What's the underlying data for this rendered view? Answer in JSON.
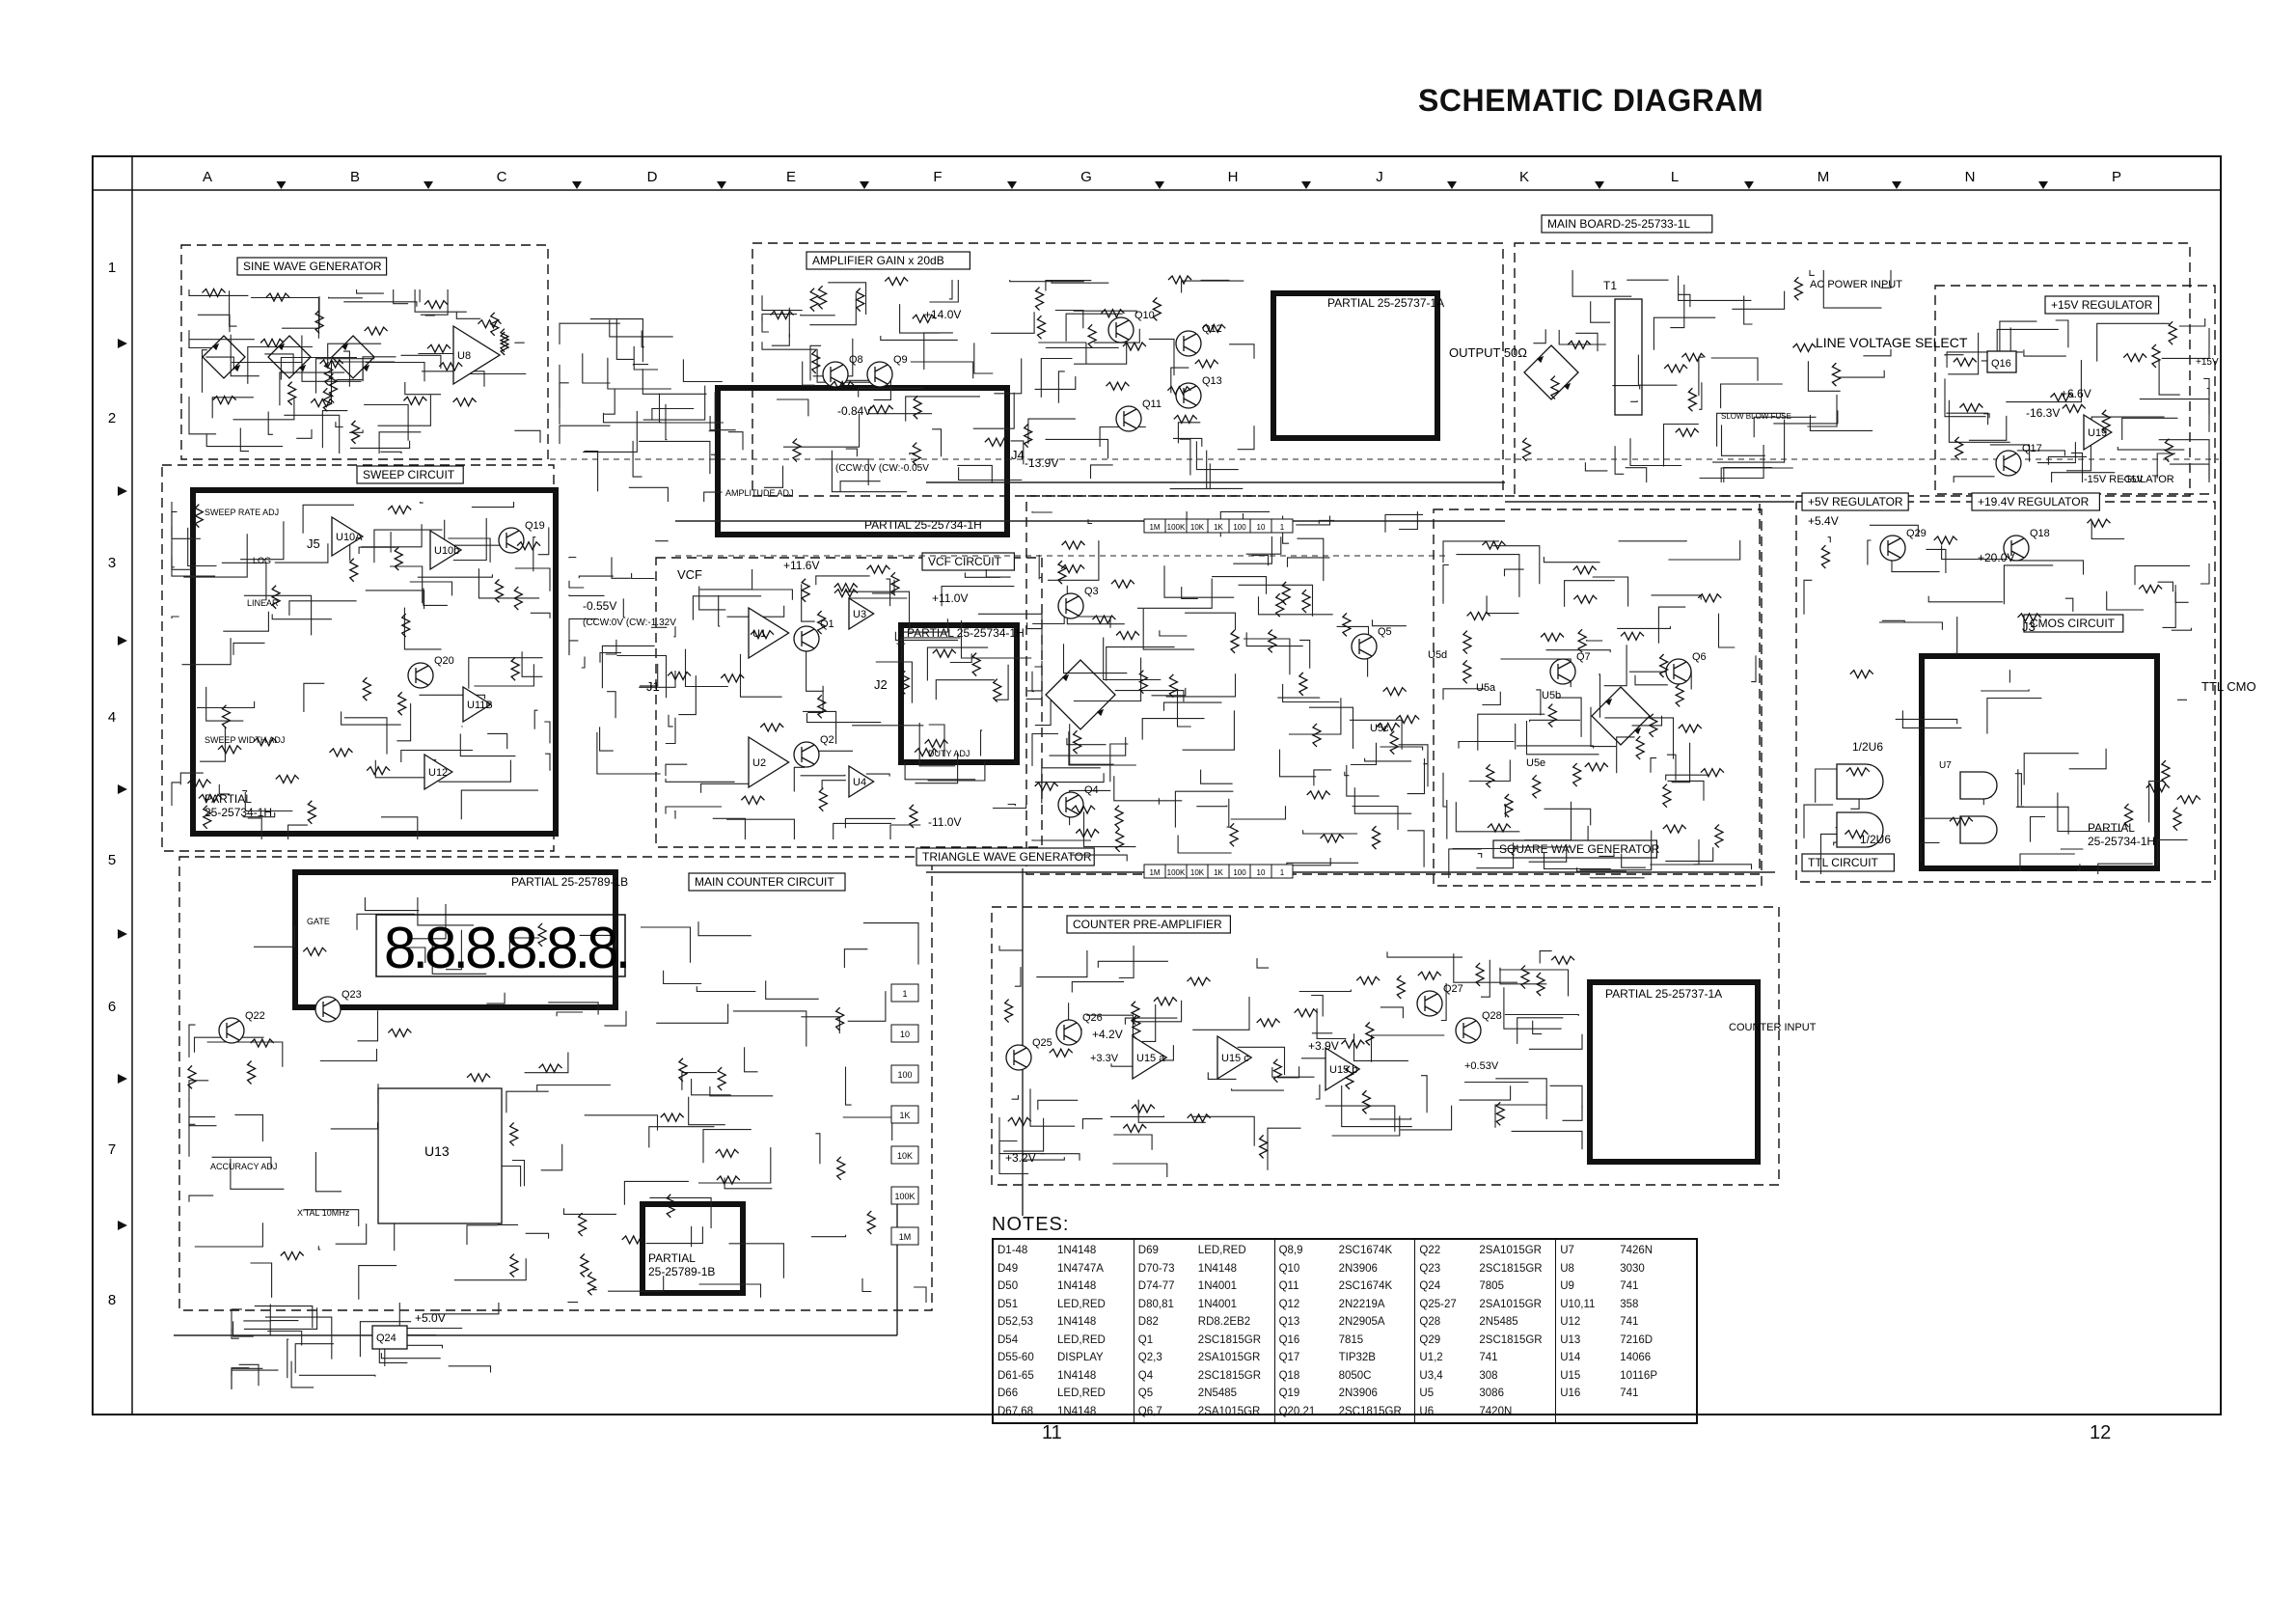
{
  "title": "SCHEMATIC DIAGRAM",
  "page_numbers": [
    "11",
    "12"
  ],
  "grid": {
    "columns": [
      "A",
      "B",
      "C",
      "D",
      "E",
      "F",
      "G",
      "H",
      "J",
      "K",
      "L",
      "M",
      "N",
      "P"
    ],
    "rows": [
      "1",
      "2",
      "3",
      "4",
      "5",
      "6",
      "7",
      "8"
    ]
  },
  "blocks": {
    "sine": "SINE WAVE GENERATOR",
    "amplifier": "AMPLIFIER GAIN x 20dB",
    "main_board": "MAIN BOARD-25-25733-1L",
    "reg15": "+15V REGULATOR",
    "sweep": "SWEEP CIRCUIT",
    "reg5": "+5V REGULATOR",
    "reg194": "+19.4V REGULATOR",
    "vcf": "VCF CIRCUIT",
    "cmos": "CMOS CIRCUIT",
    "triangle": "TRIANGLE WAVE GENERATOR",
    "square": "SQUARE WAVE GENERATOR",
    "ttl": "TTL CIRCUIT",
    "main_counter": "MAIN COUNTER CIRCUIT",
    "counter_pre": "COUNTER PRE-AMPLIFIER"
  },
  "partials": {
    "p1": "PARTIAL 25-25737-1A",
    "p2": "PARTIAL 25-25734-1H",
    "p3": "PARTIAL 25-25734-1H",
    "p4": "PARTIAL 25-25734-1H",
    "p5": "PARTIAL 25-25789-1B",
    "p6": "PARTIAL 25-25789-1B",
    "p7": "PARTIAL 25-25734-1H",
    "p8": "PARTIAL 25-25737-1A"
  },
  "labels": {
    "line_voltage": "LINE VOLTAGE SELECT",
    "ac_power": "AC POWER INPUT",
    "output": "OUTPUT 50Ω",
    "counter_input": "COUNTER INPUT",
    "ttl_cmos": "TTL CMO",
    "v15": "-15V REGULATOR",
    "vcf_node": "VCF",
    "amp_adj": "AMPLITUDE ADJ",
    "display": "8.8.8.8.8.8.",
    "u8": "U8",
    "u13": "U13",
    "u10b": "U10b",
    "u10a": "U10A",
    "u11b": "U11B",
    "u12": "U12",
    "u1": "U1",
    "u2": "U2",
    "u3": "U3",
    "u4": "U4",
    "u5a": "U5a",
    "u5b": "U5b",
    "u5c": "U5c",
    "u5d": "U5d",
    "u5e": "U5e",
    "u15a": "U15 a",
    "u15c": "U15 c",
    "u15b": "U15 b",
    "u6a": "1/2U6",
    "u6b": "1/2U6",
    "u7": "U7",
    "u19": "U19",
    "q16": "Q16",
    "q17": "Q17",
    "q18": "Q18",
    "q19": "Q19",
    "q20": "Q20",
    "q22": "Q22",
    "q23": "Q23",
    "q24": "Q24",
    "q25": "Q25",
    "q26": "Q26",
    "q27": "Q27",
    "q28": "Q28",
    "q29": "Q29",
    "q3": "Q3",
    "q4": "Q4",
    "q5": "Q5",
    "q6": "Q6",
    "q7": "Q7",
    "q8": "Q8",
    "q9": "Q9",
    "q10": "Q10",
    "q11": "Q11",
    "q12": "Q12",
    "q13": "Q13",
    "q1": "Q1",
    "q2": "Q2",
    "t1": "T1",
    "j1": "J1",
    "j2": "J2",
    "j3": "J3",
    "j4": "J4",
    "j5": "J5",
    "v_plus15": "+15V",
    "v_minus15": "-15V",
    "v_plus5": "+5.4V",
    "v_194": "+20.0V",
    "v_14": "+14.0V",
    "v_116": "+11.6V",
    "v_11": "+11.0V",
    "v_m11": "-11.0V",
    "v_m139": "-13.9V",
    "v_m084": "-0.84V",
    "v_m055": "-0.55V",
    "v_42": "+4.2V",
    "v_33": "+3.3V",
    "v_39": "+3.9V",
    "v_32": "+3.2V",
    "v_5": "+5.0V",
    "v_66": "+6.6V",
    "v_m163": "-16.3V",
    "v_053": "+0.53V",
    "ccw1": "(CCW:0V (CW:-1.32V",
    "ccw2": "(CCW:0V (CW:-0.05V",
    "sweep_rate": "SWEEP RATE ADJ",
    "sweep_width": "SWEEP WIDTH ADJ",
    "linear": "LINEAR",
    "log": "LOG",
    "duty": "DUTY ADJ",
    "gate": "GATE",
    "accuracy": "ACCURACY ADJ",
    "xtal": "X'TAL 10MHz",
    "slow_blow": "SLOW BLOW FUSE",
    "range_row1": [
      "1M",
      "100K",
      "10K",
      "1K",
      "100",
      "10",
      "1"
    ],
    "range_row2": [
      "1M",
      "100K",
      "10K",
      "1K",
      "100",
      "10",
      "1"
    ],
    "counter_ranges": [
      "1",
      "10",
      "100",
      "1K",
      "10K",
      "100K",
      "1M"
    ]
  },
  "notes": {
    "heading": "NOTES:",
    "columns": [
      [
        [
          "D1-48",
          "1N4148"
        ],
        [
          "D49",
          "1N4747A"
        ],
        [
          "D50",
          "1N4148"
        ],
        [
          "D51",
          "LED,RED"
        ],
        [
          "D52,53",
          "1N4148"
        ],
        [
          "D54",
          "LED,RED"
        ],
        [
          "D55-60",
          "DISPLAY"
        ],
        [
          "D61-65",
          "1N4148"
        ],
        [
          "D66",
          "LED,RED"
        ],
        [
          "D67,68",
          "1N4148"
        ]
      ],
      [
        [
          "D69",
          "LED,RED"
        ],
        [
          "D70-73",
          "1N4148"
        ],
        [
          "D74-77",
          "1N4001"
        ],
        [
          "D80,81",
          "1N4001"
        ],
        [
          "D82",
          "RD8.2EB2"
        ],
        [
          "Q1",
          "2SC1815GR"
        ],
        [
          "Q2,3",
          "2SA1015GR"
        ],
        [
          "Q4",
          "2SC1815GR"
        ],
        [
          "Q5",
          "2N5485"
        ],
        [
          "Q6,7",
          "2SA1015GR"
        ]
      ],
      [
        [
          "Q8,9",
          "2SC1674K"
        ],
        [
          "Q10",
          "2N3906"
        ],
        [
          "Q11",
          "2SC1674K"
        ],
        [
          "Q12",
          "2N2219A"
        ],
        [
          "Q13",
          "2N2905A"
        ],
        [
          "Q16",
          "7815"
        ],
        [
          "Q17",
          "TIP32B"
        ],
        [
          "Q18",
          "8050C"
        ],
        [
          "Q19",
          "2N3906"
        ],
        [
          "Q20,21",
          "2SC1815GR"
        ]
      ],
      [
        [
          "Q22",
          "2SA1015GR"
        ],
        [
          "Q23",
          "2SC1815GR"
        ],
        [
          "Q24",
          "7805"
        ],
        [
          "Q25-27",
          "2SA1015GR"
        ],
        [
          "Q28",
          "2N5485"
        ],
        [
          "Q29",
          "2SC1815GR"
        ],
        [
          "U1,2",
          "741"
        ],
        [
          "U3,4",
          "308"
        ],
        [
          "U5",
          "3086"
        ],
        [
          "U6",
          "7420N"
        ]
      ],
      [
        [
          "U7",
          "7426N"
        ],
        [
          "U8",
          "3030"
        ],
        [
          "U9",
          "741"
        ],
        [
          "U10,11",
          "358"
        ],
        [
          "U12",
          "741"
        ],
        [
          "U13",
          "7216D"
        ],
        [
          "U14",
          "14066"
        ],
        [
          "U15",
          "10116P"
        ],
        [
          "U16",
          "741"
        ]
      ]
    ]
  }
}
